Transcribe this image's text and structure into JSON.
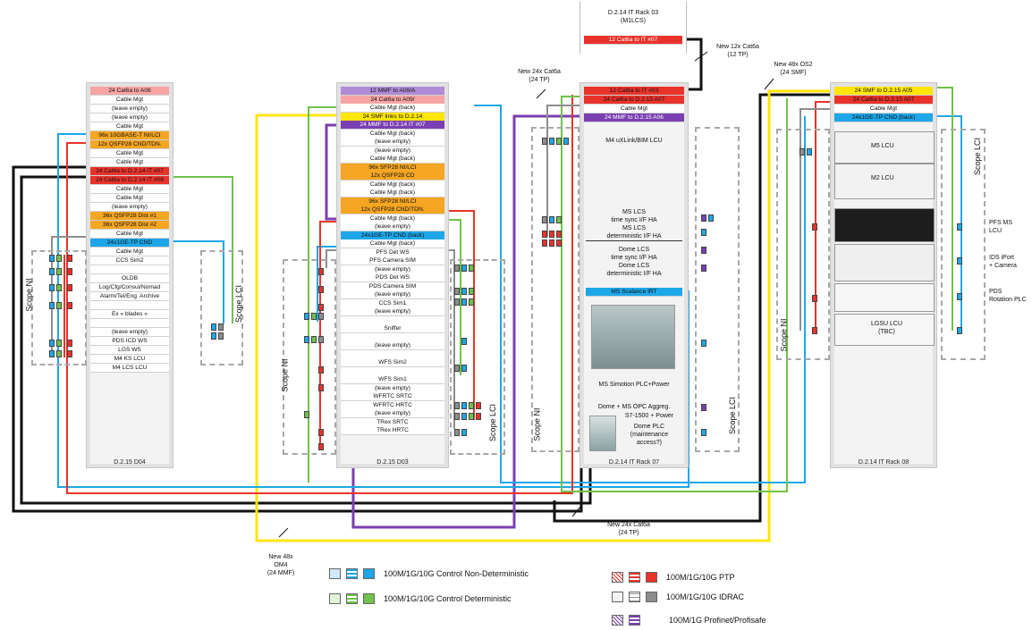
{
  "colors": {
    "ptp": "#e8332b",
    "non_deterministic": "#1ea7e8",
    "deterministic": "#6fc24a",
    "idrac": "#8d8d8d",
    "profinet": "#7a3fb2",
    "black": "#111111",
    "yellow": "#ffe600",
    "orange": "#f5a623",
    "pink": "#f7a4a4"
  },
  "racks": {
    "d04": {
      "name": "D.2.15 D04",
      "units": [
        {
          "text": "24 Cat6a to A08",
          "style": "pink"
        },
        {
          "text": "Cable Mgt",
          "style": "plain"
        },
        {
          "text": "(leave empty)",
          "style": "plain"
        },
        {
          "text": "(leave empty)",
          "style": "plain"
        },
        {
          "text": "Cable Mgt",
          "style": "plain"
        },
        {
          "text": "96x 10GBASE-T     NI/LCI",
          "style": "orange"
        },
        {
          "text": "12x QSFP28        CND/TDN.",
          "style": "orange"
        },
        {
          "text": "Cable Mgt",
          "style": "plain"
        },
        {
          "text": "Cable Mgt",
          "style": "plain"
        },
        {
          "text": "24 Cat6a to D.2.14 IT #07",
          "style": "red"
        },
        {
          "text": "24 Cat6a to D.2.14 IT #08",
          "style": "red"
        },
        {
          "text": "Cable Mgt",
          "style": "plain"
        },
        {
          "text": "Cable Mgt",
          "style": "plain"
        },
        {
          "text": "(leave empty)",
          "style": "plain"
        },
        {
          "text": "36x QSFP28 Dist #1",
          "style": "orange"
        },
        {
          "text": "36x QSFP28 Dist #2",
          "style": "orange"
        },
        {
          "text": "Cable Mgt",
          "style": "plain"
        },
        {
          "text": "24x1GE-TP CND",
          "style": "blue"
        },
        {
          "text": "Cable Mgt",
          "style": "plain"
        },
        {
          "text": "CCS Sim2",
          "style": "plain"
        },
        {
          "text": "",
          "style": "plain"
        },
        {
          "text": "OLDB",
          "style": "plain"
        },
        {
          "text": "Log/Cfg/Consul/Nomad",
          "style": "plain"
        },
        {
          "text": "Alarm/Tel/Eng. Archive",
          "style": "plain"
        },
        {
          "text": "",
          "style": "plain"
        },
        {
          "text": "Ex « blades »",
          "style": "plain"
        },
        {
          "text": "",
          "style": "plain"
        },
        {
          "text": "(leave empty)",
          "style": "plain"
        },
        {
          "text": "PDS ICD WS",
          "style": "plain"
        },
        {
          "text": "LGS WS",
          "style": "plain"
        },
        {
          "text": "M4 KS LCU",
          "style": "plain"
        },
        {
          "text": "M4 LCS LCU",
          "style": "plain"
        }
      ]
    },
    "d03": {
      "name": "D.2.15 D03",
      "units": [
        {
          "text": "12 MMF to A09/A",
          "style": "purple-light"
        },
        {
          "text": "24 Cat6a to A09/",
          "style": "pink"
        },
        {
          "text": "Cable Mgt (back)",
          "style": "plain"
        },
        {
          "text": "24 SMF links to D.2.14",
          "style": "yellow"
        },
        {
          "text": "24 MMF to D.2.14 IT #07",
          "style": "purple"
        },
        {
          "text": "Cable Mgt (back)",
          "style": "plain"
        },
        {
          "text": "(leave empty)",
          "style": "plain"
        },
        {
          "text": "(leave empty)",
          "style": "plain"
        },
        {
          "text": "Cable Mgt (back)",
          "style": "plain"
        },
        {
          "text": "96x SFP28           NI/LCI",
          "style": "orange"
        },
        {
          "text": "12x QSFP28             CD",
          "style": "orange"
        },
        {
          "text": "Cable Mgt (back)",
          "style": "plain"
        },
        {
          "text": "Cable Mgt (back)",
          "style": "plain"
        },
        {
          "text": "96x SFP28           NI/LCI",
          "style": "orange"
        },
        {
          "text": "12x QSFP28        CND/TDN.",
          "style": "orange"
        },
        {
          "text": "Cable Mgt (back)",
          "style": "plain"
        },
        {
          "text": "(leave empty)",
          "style": "plain"
        },
        {
          "text": "24x1GE-TP CND (back)",
          "style": "blue"
        },
        {
          "text": "Cable Mgt (back)",
          "style": "plain"
        },
        {
          "text": "PFS Det WS",
          "style": "plain"
        },
        {
          "text": "PFS Camera SIM",
          "style": "plain"
        },
        {
          "text": "(leave empty)",
          "style": "plain"
        },
        {
          "text": "PDS Det WS",
          "style": "plain"
        },
        {
          "text": "PDS Camera SIM",
          "style": "plain"
        },
        {
          "text": "(leave empty)",
          "style": "plain"
        },
        {
          "text": "CCS Sim1",
          "style": "plain"
        },
        {
          "text": "(leave empty)",
          "style": "plain"
        },
        {
          "text": "",
          "style": "plain"
        },
        {
          "text": "Sniffer",
          "style": "plain"
        },
        {
          "text": "",
          "style": "plain"
        },
        {
          "text": "(leave empty)",
          "style": "plain"
        },
        {
          "text": "",
          "style": "plain"
        },
        {
          "text": "WFS Sim2",
          "style": "plain"
        },
        {
          "text": "",
          "style": "plain"
        },
        {
          "text": "WFS Sim1",
          "style": "plain"
        },
        {
          "text": "(leave empty)",
          "style": "plain"
        },
        {
          "text": "WFRTC SRTC",
          "style": "plain"
        },
        {
          "text": "WFRTC HRTC",
          "style": "plain"
        },
        {
          "text": "(leave empty)",
          "style": "plain"
        },
        {
          "text": "TRex SRTC",
          "style": "plain"
        },
        {
          "text": "TRex HRTC",
          "style": "plain"
        }
      ]
    },
    "r07": {
      "name": "D.2.14 IT Rack 07",
      "units": [
        {
          "text": "12 Cat6a to IT #03",
          "style": "red"
        },
        {
          "text": "24 Cat6a to D.2.15 A07",
          "style": "red"
        },
        {
          "text": "Cable Mgt",
          "style": "plain"
        },
        {
          "text": "24 MMF to D.2.15 A06",
          "style": "purple"
        }
      ],
      "blocks": [
        {
          "text": "M4 uXLink/BIM LCU"
        },
        {
          "text": "MS LCS"
        },
        {
          "text": "time sync I/F HA"
        },
        {
          "text": "MS LCS"
        },
        {
          "text": "deterministic I/F HA"
        },
        {
          "text": "Dome LCS"
        },
        {
          "text": "time sync I/F HA"
        },
        {
          "text": "Dome LCS"
        },
        {
          "text": "deterministic I/F HA"
        },
        {
          "text": "MS Scalance IRT"
        },
        {
          "text": "MS Simotion PLC+Power"
        },
        {
          "text": "Dome + MS OPC Aggreg."
        },
        {
          "text": "S7-1500 + Power"
        },
        {
          "text": "Dome PLC"
        },
        {
          "text": "(maintenance"
        },
        {
          "text": "access?)"
        }
      ]
    },
    "r03": {
      "name": "D.2.14 IT Rack 03",
      "subtitle": "(M1LCS)",
      "unit": "12 Cat6a to IT #07"
    },
    "r08": {
      "name": "D.2.14 IT Rack 08",
      "units": [
        {
          "text": "24 SMF to D.2.15 A05",
          "style": "yellow"
        },
        {
          "text": "24 Cat6a to D.2.15 A07",
          "style": "red"
        },
        {
          "text": "Cable Mgt",
          "style": "plain"
        },
        {
          "text": "24x1GE-TP CND (back)",
          "style": "blue"
        }
      ],
      "devices": [
        "M5 LCU",
        "M2 LCU",
        "",
        "",
        "",
        "LGSU LCU\n(TBC)"
      ],
      "side_labels": [
        "PFS MS\nLCU",
        "IDS iPort\n+ Camera",
        "PDS\nRotation PLC"
      ]
    }
  },
  "scopes": {
    "ni": "Scope NI",
    "lci": "Scope LCI"
  },
  "annotations": {
    "new12": "New 12x Cat6a\n(12 TP)",
    "new24a": "New 24x Cat6a\n(24 TP)",
    "new48os2": "New 48x OS2\n(24 SMF)",
    "new24b": "New 24x Cat6a\n(24 TP)",
    "new48om4": "New 48x\nOM4\n(24 MMF)"
  },
  "legend": {
    "nd": "100M/1G/10G Control Non-Deterministic",
    "det": "100M/1G/10G Control Deterministic",
    "ptp": "100M/1G/10G PTP",
    "idrac": "100M/1G/10G IDRAC",
    "profinet": "100M/1G Profinet/Profisafe"
  }
}
